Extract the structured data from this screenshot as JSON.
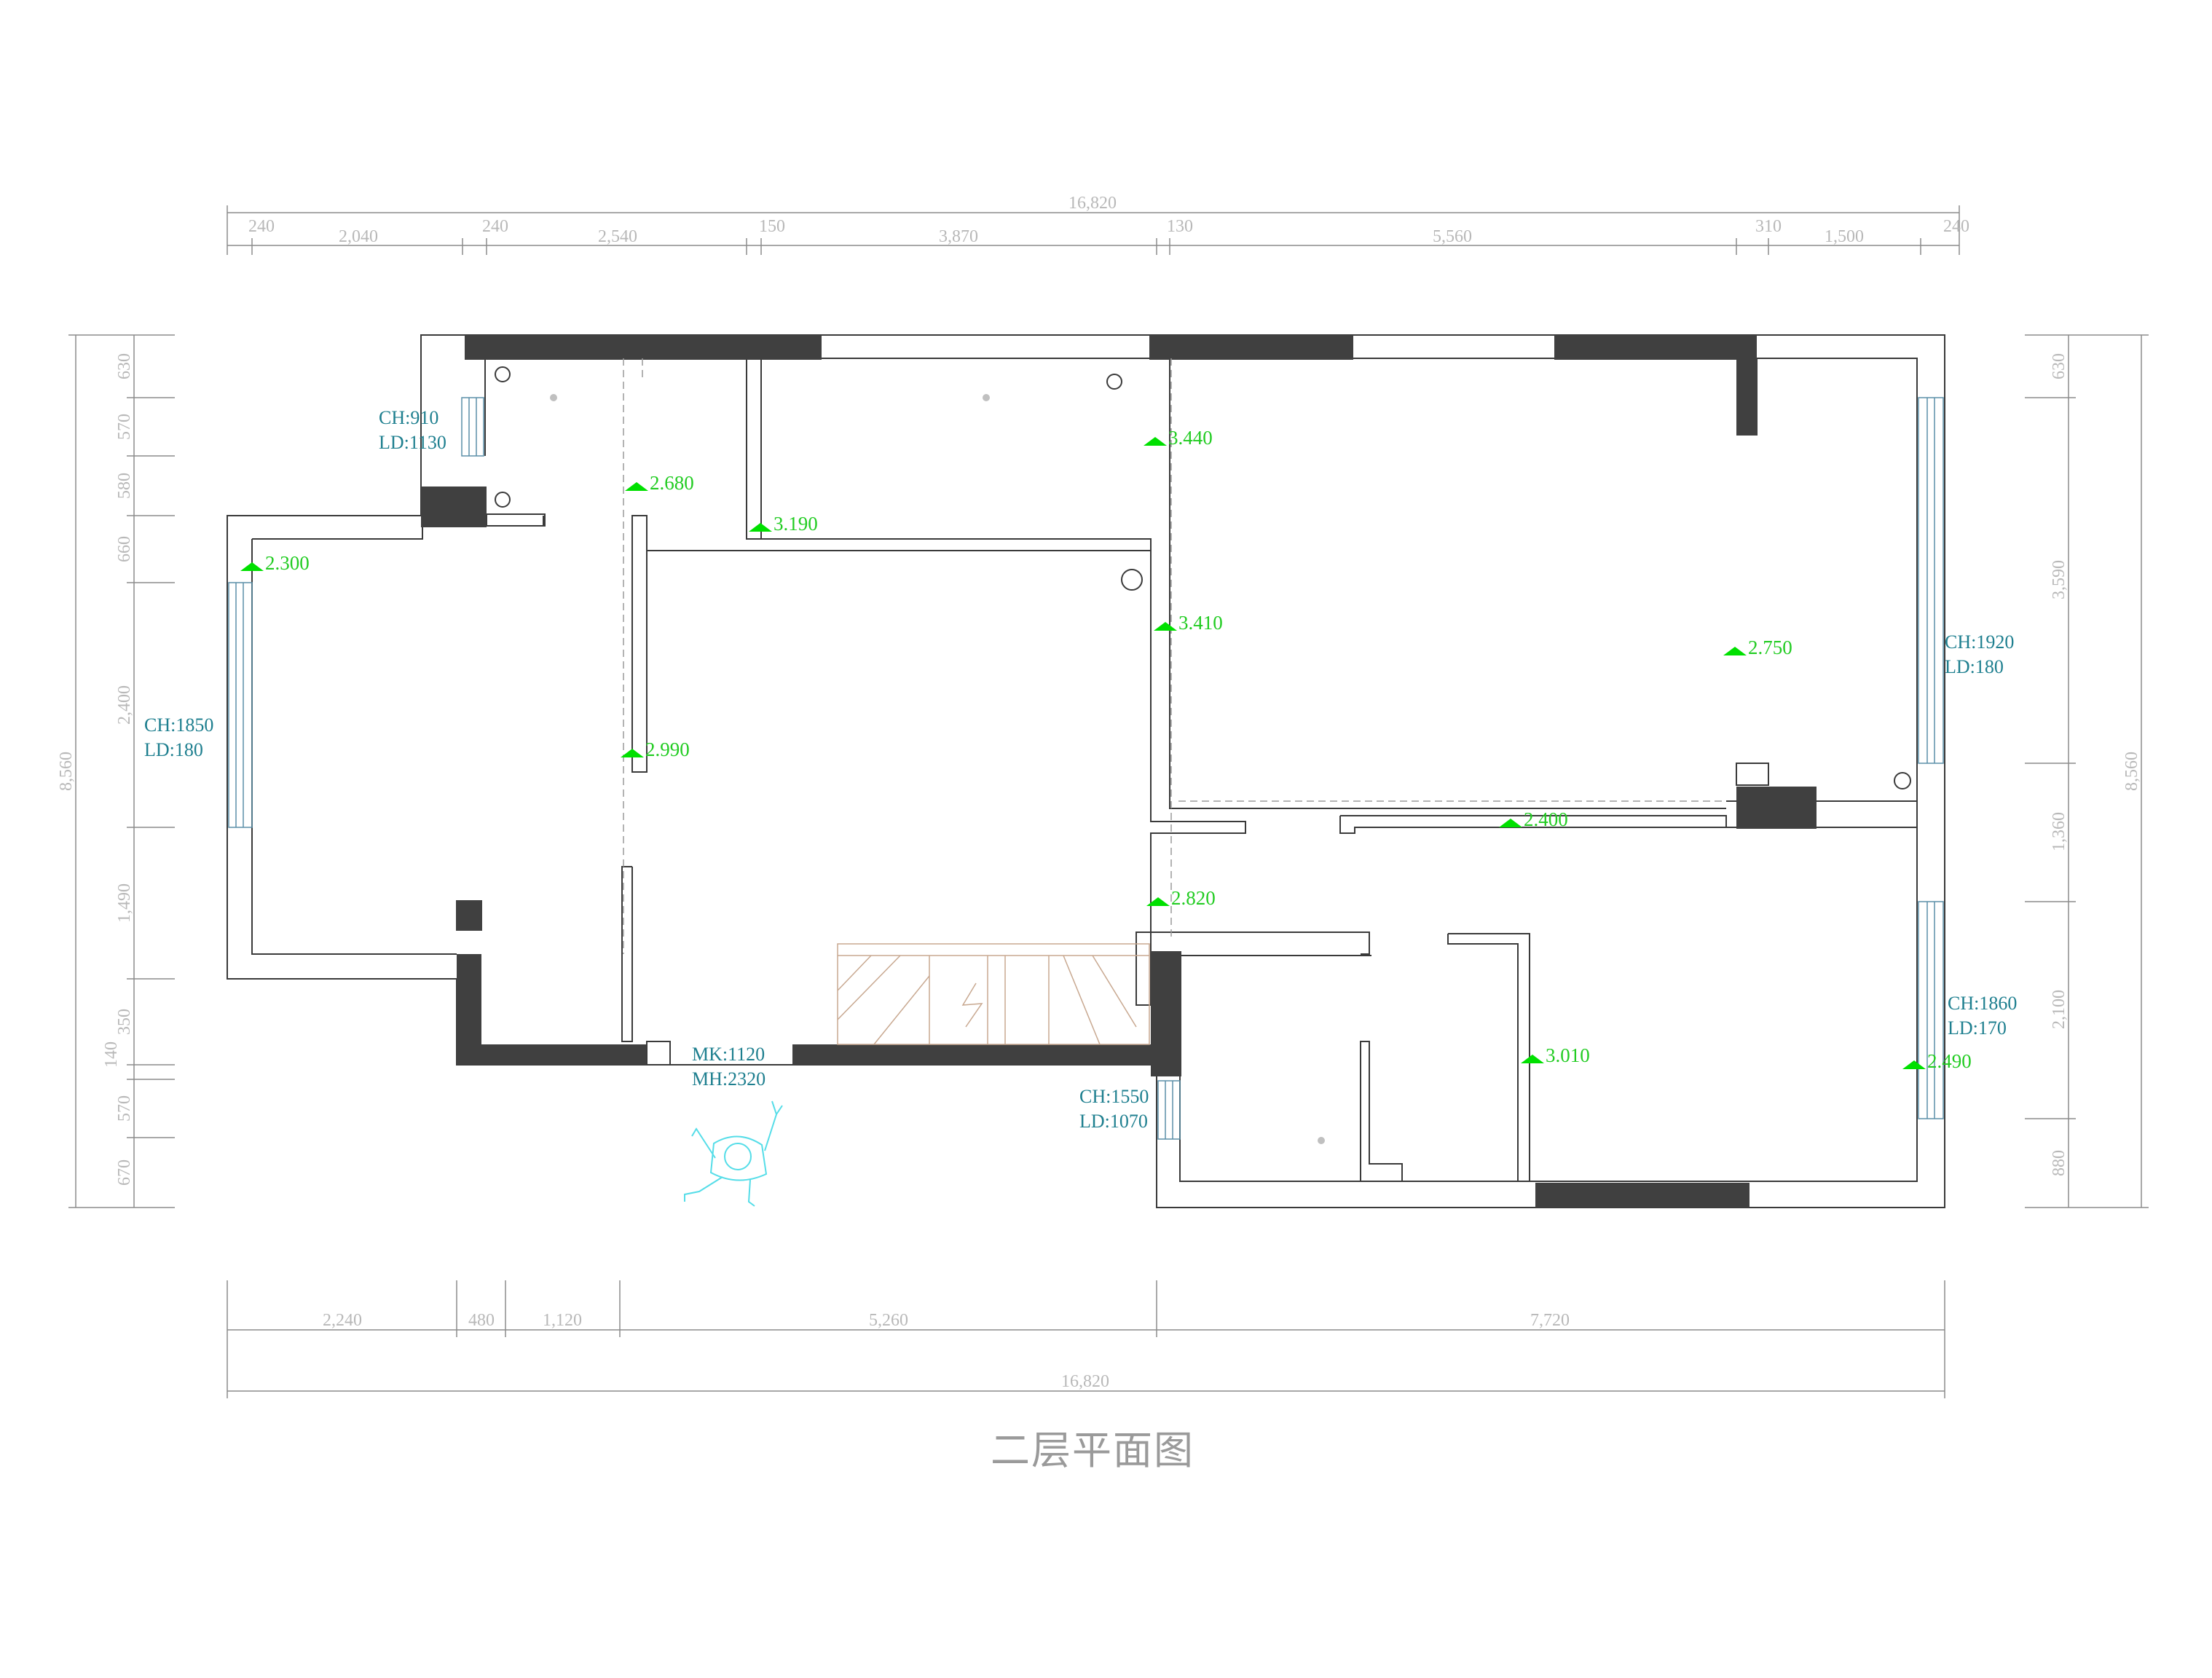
{
  "title": "二层平面图",
  "dims": {
    "top_total": "16,820",
    "top": [
      "240",
      "2,040",
      "240",
      "2,540",
      "150",
      "3,870",
      "130",
      "5,560",
      "310",
      "1,500",
      "240"
    ],
    "bottom": [
      "2,240",
      "480",
      "1,120",
      "5,260",
      "7,720"
    ],
    "bottom_total": "16,820",
    "left": [
      "630",
      "570",
      "580",
      "660",
      "2,400",
      "1,490",
      "350",
      "140",
      "570",
      "670"
    ],
    "left_total": "8,560",
    "right": [
      "630",
      "3,590",
      "1,360",
      "2,100",
      "880"
    ],
    "right_total": "8,560"
  },
  "elevations": [
    "2.300",
    "2.680",
    "3.190",
    "3.440",
    "3.410",
    "2.750",
    "2.990",
    "2.400",
    "2.820",
    "3.010",
    "2.490"
  ],
  "notes": {
    "w1_ch": "CH:910",
    "w1_ld": "LD:1130",
    "w2_ch": "CH:1850",
    "w2_ld": "LD:180",
    "w3_ch": "CH:1920",
    "w3_ld": "LD:180",
    "w4_ch": "CH:1860",
    "w4_ld": "LD:170",
    "w5_ch": "CH:1550",
    "w5_ld": "LD:1070",
    "door_mk": "MK:1120",
    "door_mh": "MH:2320"
  },
  "colors": {
    "elevation_marker": "#00e000",
    "annotation": "#1e7f8f",
    "wall_fill": "#404040",
    "dimension": "#b8b8b8"
  }
}
